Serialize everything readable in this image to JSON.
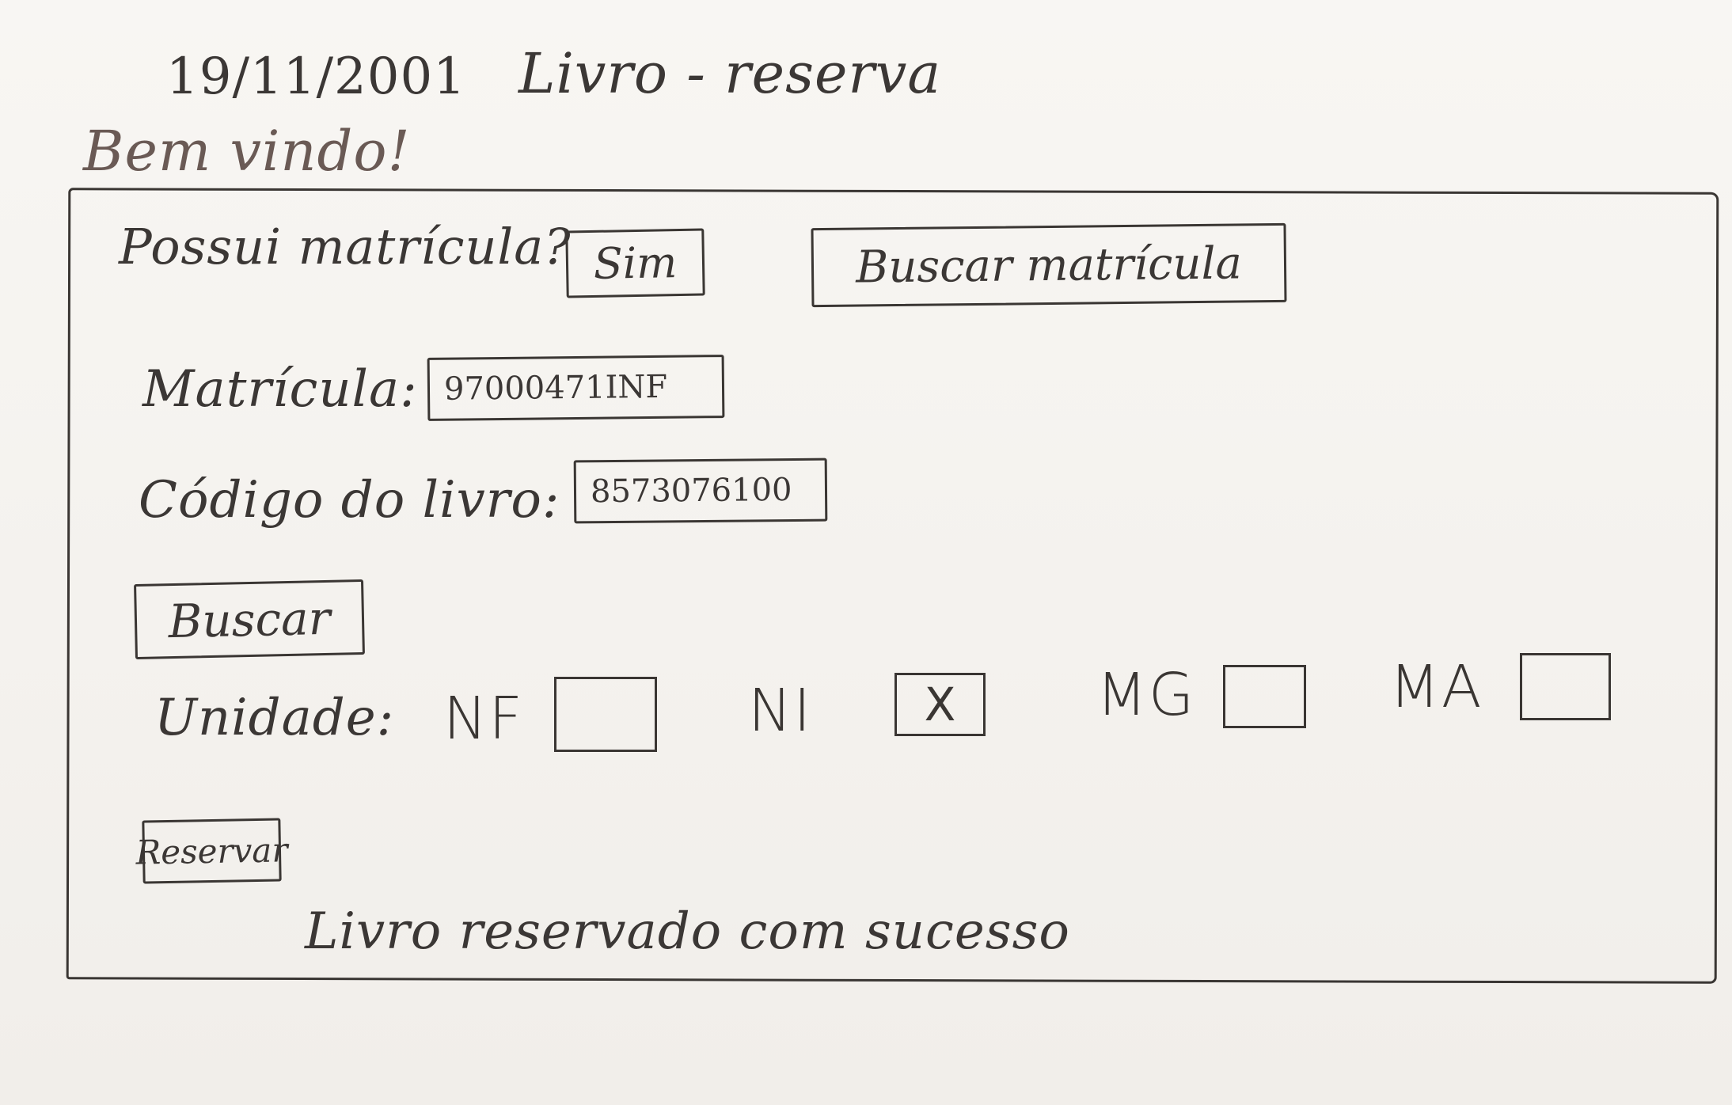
{
  "header": {
    "date": "19/11/2001",
    "title": "Livro - reserva",
    "welcome": "Bem vindo!"
  },
  "form": {
    "question": "Possui matrícula?",
    "yes_button": "Sim",
    "search_enrollment_button": "Buscar matrícula",
    "enrollment_label": "Matrícula:",
    "enrollment_value": "97000471INF",
    "book_code_label": "Código do livro:",
    "book_code_value": "8573076100",
    "search_button": "Buscar",
    "unit_label": "Unidade:",
    "units": [
      {
        "label": "NF",
        "checked": false
      },
      {
        "label": "NI",
        "checked": true,
        "mark": "X"
      },
      {
        "label": "MG",
        "checked": false
      },
      {
        "label": "MA",
        "checked": false
      }
    ],
    "reserve_button": "Reservar",
    "status_message": "Livro reservado com sucesso"
  }
}
